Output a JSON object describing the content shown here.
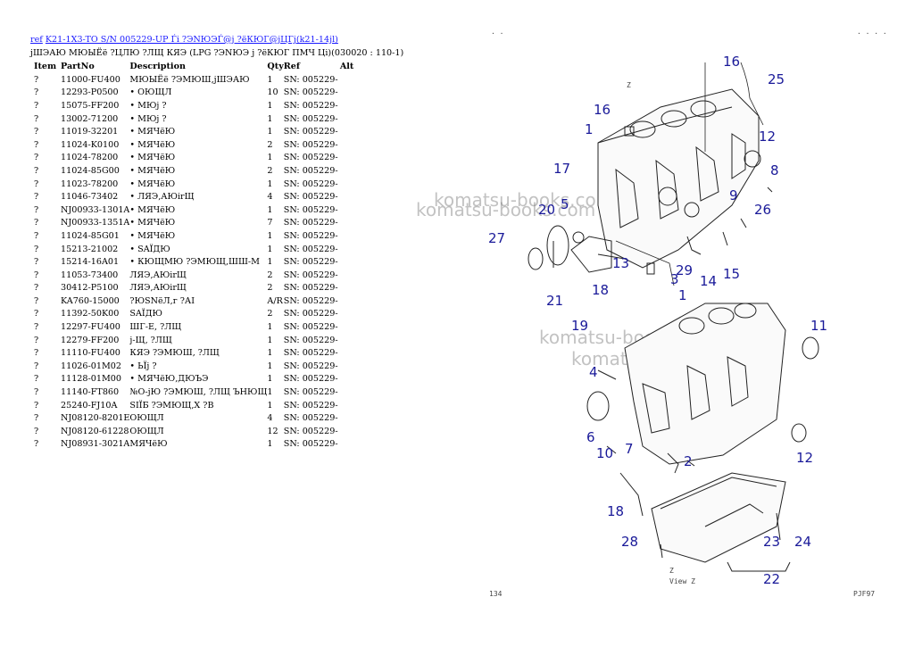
{
  "header": {
    "link_prefix": "ref",
    "link_text": "K21-1X3-TO S/N 005229-UP Ѓі ?ЭNЮЭЃ@j ?ёКЮГ@jЦГj(k21-14jl)",
    "subtitle": "jШЭАЮ МЮЫЁё ?ЦЛЮ ?ЛЩ КЯЭ (LPG ?ЭNЮЭ j ?ёКЮГ ПМЧ Ці)(030020 : 110-1)"
  },
  "columns": [
    "Item",
    "PartNo",
    "Description",
    "Qty",
    "Ref",
    "Alt"
  ],
  "rows": [
    {
      "item": "?",
      "part": "11000-FU400",
      "desc": "МЮЫЁё ?ЭМЮШ,jШЭАЮ",
      "qty": "1",
      "ref": "SN: 005229-"
    },
    {
      "item": "?",
      "part": "12293-P0500",
      "desc": "• ОЮЩЛ",
      "qty": "10",
      "ref": "SN: 005229-"
    },
    {
      "item": "?",
      "part": "15075-FF200",
      "desc": "• МЮj ?",
      "qty": "1",
      "ref": "SN: 005229-"
    },
    {
      "item": "?",
      "part": "13002-71200",
      "desc": "• МЮj ?",
      "qty": "1",
      "ref": "SN: 005229-"
    },
    {
      "item": "?",
      "part": "11019-32201",
      "desc": "• МЯЧёЮ",
      "qty": "1",
      "ref": "SN: 005229-"
    },
    {
      "item": "?",
      "part": "11024-K0100",
      "desc": "• МЯЧёЮ",
      "qty": "2",
      "ref": "SN: 005229-"
    },
    {
      "item": "?",
      "part": "11024-78200",
      "desc": "• МЯЧёЮ",
      "qty": "1",
      "ref": "SN: 005229-"
    },
    {
      "item": "?",
      "part": "11024-85G00",
      "desc": "• МЯЧёЮ",
      "qty": "2",
      "ref": "SN: 005229-"
    },
    {
      "item": "?",
      "part": "11023-78200",
      "desc": "• МЯЧёЮ",
      "qty": "1",
      "ref": "SN: 005229-"
    },
    {
      "item": "?",
      "part": "11046-73402",
      "desc": "• ЛЯЭ,АЮirЩ",
      "qty": "4",
      "ref": "SN: 005229-"
    },
    {
      "item": "?",
      "part": "NJ00933-1301A",
      "desc": "• МЯЧёЮ",
      "qty": "1",
      "ref": "SN: 005229-"
    },
    {
      "item": "?",
      "part": "NJ00933-1351A",
      "desc": "• МЯЧёЮ",
      "qty": "7",
      "ref": "SN: 005229-"
    },
    {
      "item": "?",
      "part": "11024-85G01",
      "desc": "• МЯЧёЮ",
      "qty": "1",
      "ref": "SN: 005229-"
    },
    {
      "item": "?",
      "part": "15213-21002",
      "desc": "• SAЇДЮ",
      "qty": "1",
      "ref": "SN: 005229-"
    },
    {
      "item": "?",
      "part": "15214-16A01",
      "desc": "• КЮЩМЮ ?ЭМЮЩ,ШШ-М",
      "qty": "1",
      "ref": "SN: 005229-"
    },
    {
      "item": "?",
      "part": "11053-73400",
      "desc": "ЛЯЭ,АЮirЩ",
      "qty": "2",
      "ref": "SN: 005229-"
    },
    {
      "item": "?",
      "part": "30412-P5100",
      "desc": "ЛЯЭ,АЮirЩ",
      "qty": "2",
      "ref": "SN: 005229-"
    },
    {
      "item": "?",
      "part": "KA760-15000",
      "desc": "?ЮSNёЛ,г ?АI",
      "qty": "A/R",
      "ref": "SN: 005229-"
    },
    {
      "item": "?",
      "part": "11392-50K00",
      "desc": "SAЇДЮ",
      "qty": "2",
      "ref": "SN: 005229-"
    },
    {
      "item": "?",
      "part": "12297-FU400",
      "desc": "ШГ-Е, ?ЛЩ",
      "qty": "1",
      "ref": "SN: 005229-"
    },
    {
      "item": "?",
      "part": "12279-FF200",
      "desc": "j-Щ, ?ЛЩ",
      "qty": "1",
      "ref": "SN: 005229-"
    },
    {
      "item": "?",
      "part": "11110-FU400",
      "desc": "КЯЭ ?ЭМЮШ, ?ЛЩ",
      "qty": "1",
      "ref": "SN: 005229-"
    },
    {
      "item": "?",
      "part": "11026-01M02",
      "desc": "• ЬЇj ?",
      "qty": "1",
      "ref": "SN: 005229-"
    },
    {
      "item": "?",
      "part": "11128-01M00",
      "desc": "• МЯЧёЮ,ДЮЪЭ",
      "qty": "1",
      "ref": "SN: 005229-"
    },
    {
      "item": "?",
      "part": "11140-FT860",
      "desc": "№О-jЮ ?ЭМЮШ, ?ЛЩ ЪНЮЩ",
      "qty": "1",
      "ref": "SN: 005229-"
    },
    {
      "item": "?",
      "part": "25240-FJ10A",
      "desc": "SIЇБ ?ЭМЮЩ,Х ?В",
      "qty": "1",
      "ref": "SN: 005229-"
    },
    {
      "item": "?",
      "part": "NJ08120-8201E",
      "desc": "ОЮЩЛ",
      "qty": "4",
      "ref": "SN: 005229-"
    },
    {
      "item": "?",
      "part": "NJ08120-61228",
      "desc": "ОЮЩЛ",
      "qty": "12",
      "ref": "SN: 005229-"
    },
    {
      "item": "?",
      "part": "NJ08931-3021A",
      "desc": "МЯЧёЮ",
      "qty": "1",
      "ref": "SN: 005229-"
    }
  ],
  "watermark": "komatsu-books.com",
  "diagram": {
    "callouts": [
      "16",
      "25",
      "16",
      "1",
      "12",
      "8",
      "17",
      "5",
      "9",
      "26",
      "20",
      "27",
      "13",
      "29",
      "3",
      "14",
      "15",
      "18",
      "21",
      "1",
      "11",
      "19",
      "4",
      "6",
      "10",
      "7",
      "2",
      "12",
      "18",
      "28",
      "23",
      "24",
      "22"
    ],
    "view_label": "View Z",
    "z_label": "Z",
    "z_label2": "Z",
    "page_left": "134",
    "page_right": "PJF97"
  }
}
